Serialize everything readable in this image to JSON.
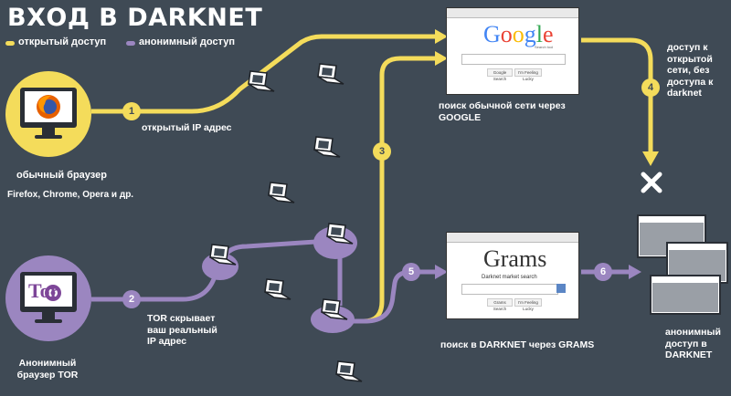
{
  "title": "ВХОД В DARKNET",
  "legend": {
    "open": "открытый доступ",
    "anon": "анонимный доступ"
  },
  "colors": {
    "background": "#3f4a55",
    "yellow": "#f4dc5b",
    "purple": "#9b86c0",
    "firefox_orange": "#e66000",
    "monitor": "#2a2f36"
  },
  "nodes": {
    "normal_browser": {
      "label": "обычный браузер",
      "sub": "Firefox, Chrome, Opera и др.",
      "icon": "firefox-icon"
    },
    "tor_browser": {
      "label": "Анонимный браузер TOR",
      "logo_text": "Tor",
      "icon": "tor-onion-icon"
    },
    "google": {
      "caption": "поиск обычной сети через GOOGLE",
      "logo": [
        "G",
        "o",
        "o",
        "g",
        "l",
        "e"
      ],
      "tagline": "Search tool",
      "btn1": "Google Search",
      "btn2": "I'm Feeling Lucky"
    },
    "grams": {
      "caption": "поиск в DARKNET через GRAMS",
      "logo": "Grams",
      "subtitle": "Darknet market search",
      "btn1": "Grams Search",
      "btn2": "I'm Feeling Lucky"
    },
    "darknet": {
      "caption": "анонимный доступ в DARKNET"
    }
  },
  "steps": [
    {
      "n": "1",
      "label": "открытый IP адрес"
    },
    {
      "n": "2",
      "label": "TOR скрывает ваш реальный IP адрес"
    },
    {
      "n": "3",
      "label": ""
    },
    {
      "n": "4",
      "label": "доступ к открытой сети, без доступа к darknet"
    },
    {
      "n": "5",
      "label": ""
    },
    {
      "n": "6",
      "label": ""
    }
  ]
}
